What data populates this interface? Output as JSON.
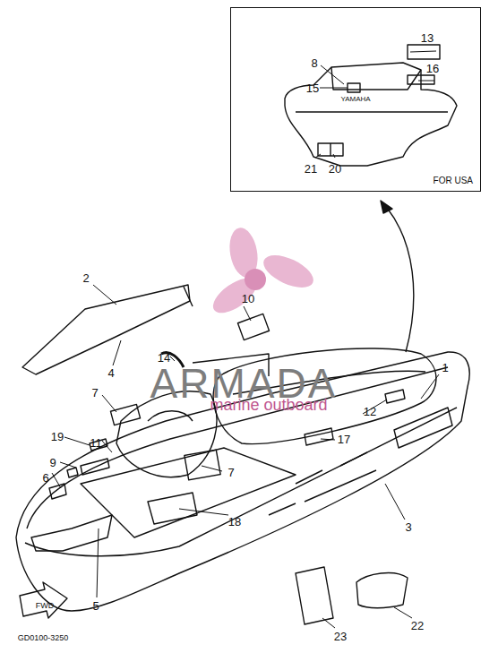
{
  "diagram": {
    "nodes": [
      {
        "text": [
          "FOR USA"
        ]
      }
    ],
    "labels": [
      "1",
      "2",
      "3",
      "4",
      "5",
      "6",
      "7",
      "7",
      "8",
      "9",
      "10",
      "11",
      "12",
      "13",
      "14",
      "15",
      "16",
      "17",
      "18",
      "19",
      "20",
      "21",
      "22",
      "23",
      "YAMAHA",
      "FWD",
      "GD0100-3250",
      "ARMADA",
      "marine outboard"
    ]
  }
}
